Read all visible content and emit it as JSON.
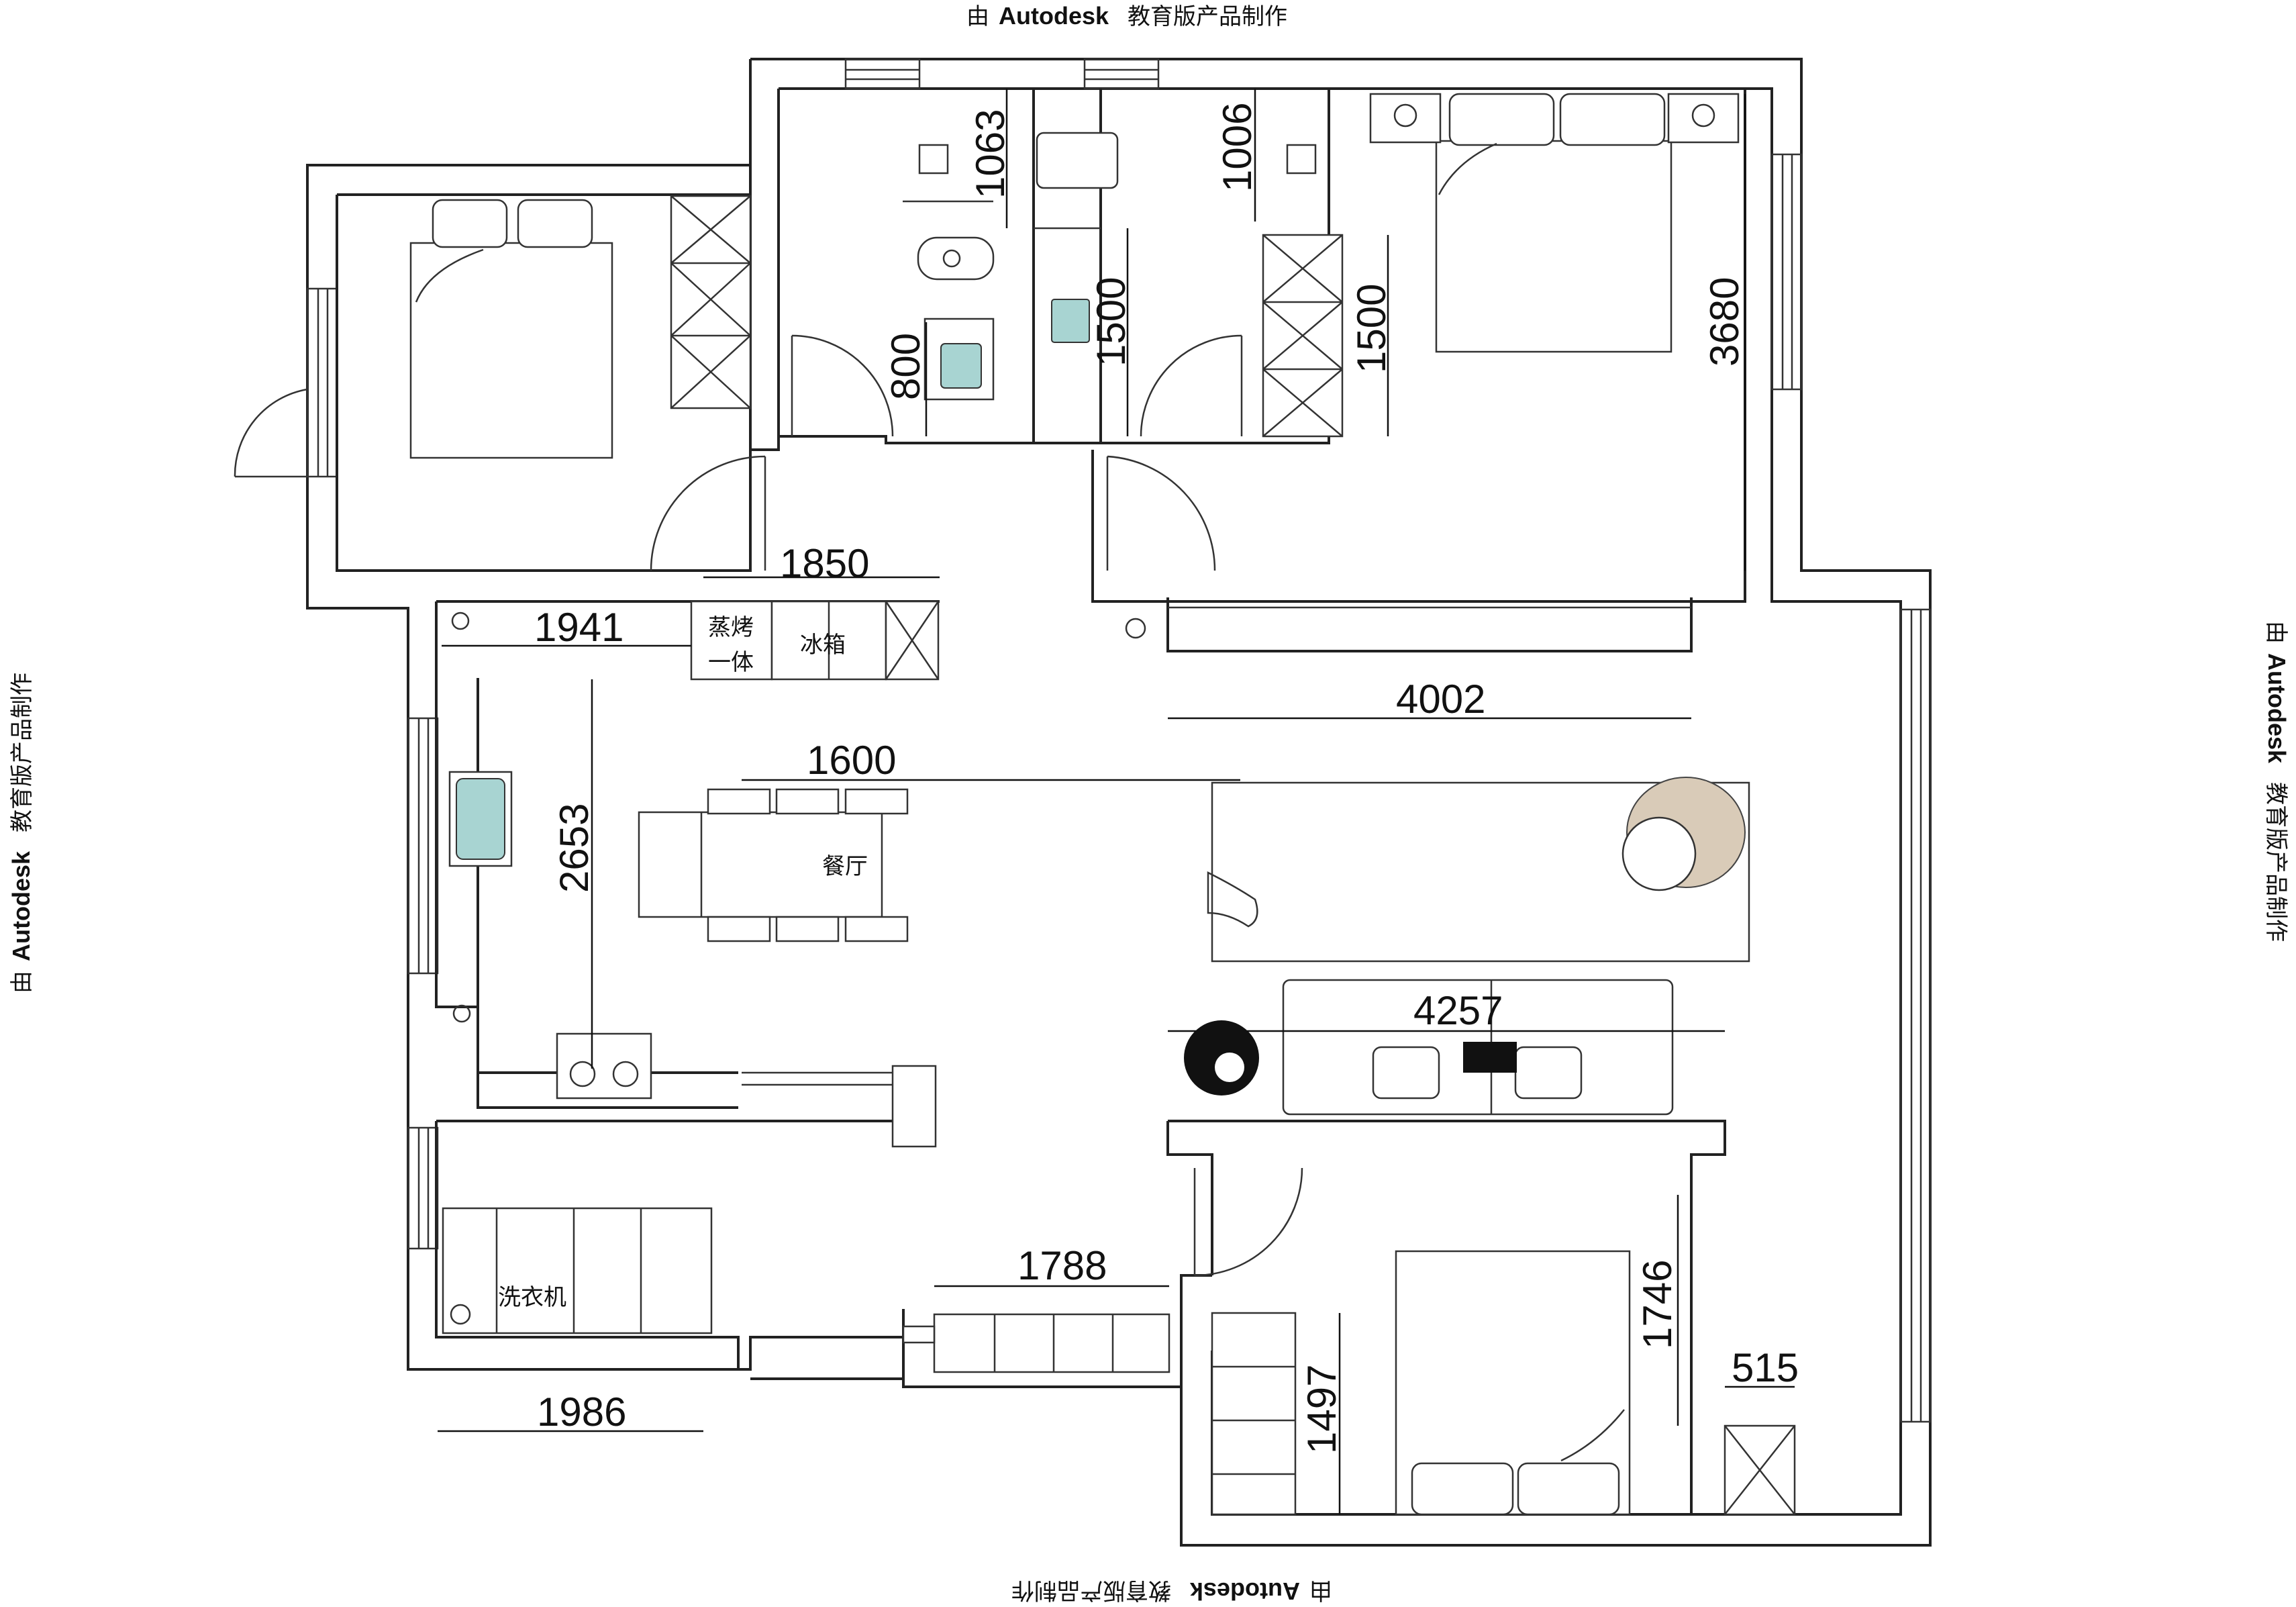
{
  "watermark": {
    "prefix": "由",
    "brand": "Autodesk",
    "suffix": "教育版产品制作"
  },
  "rooms": {
    "dining": "餐厅"
  },
  "appliances": {
    "steam_oven_line1": "蒸烤",
    "steam_oven_line2": "一体",
    "fridge": "冰箱",
    "washer": "洗衣机"
  },
  "dimensions": {
    "d1063": "1063",
    "d1006": "1006",
    "d1500a": "1500",
    "d1500b": "1500",
    "d800": "800",
    "d3680": "3680",
    "d1850": "1850",
    "d1941": "1941",
    "d4002": "4002",
    "d1600": "1600",
    "d2653": "2653",
    "d4257": "4257",
    "d1788": "1788",
    "d1746": "1746",
    "d515": "515",
    "d1497": "1497",
    "d1986": "1986"
  },
  "colors": {
    "fixture_fill": "#a8d4d2",
    "rug_fill": "#d9cbb8"
  }
}
